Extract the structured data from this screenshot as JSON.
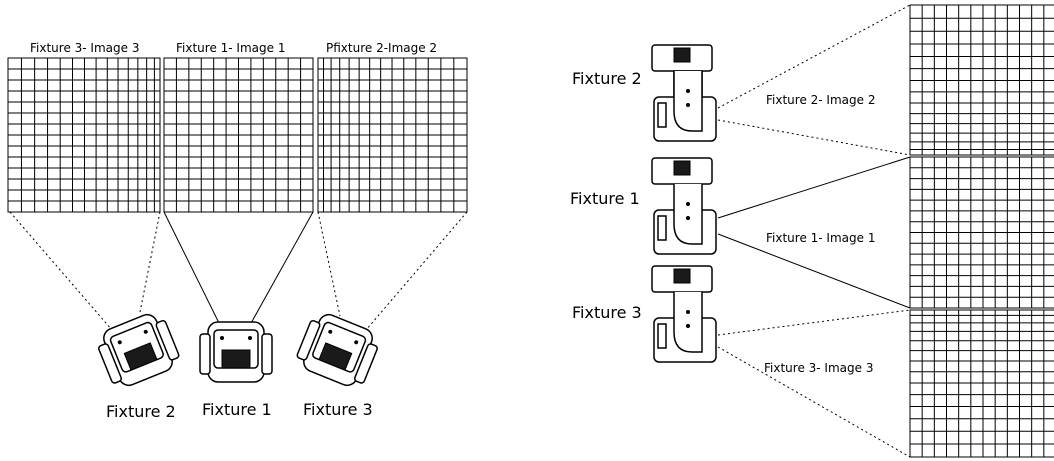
{
  "left_panel": {
    "image_labels": [
      "Fixture 3- Image 3",
      "Fixture 1- Image 1",
      "Pfixture 2-Image 2"
    ],
    "fixture_labels": [
      "Fixture 2",
      "Fixture 1",
      "Fixture 3"
    ]
  },
  "right_panel": {
    "fixture_labels": [
      "Fixture 2",
      "Fixture 1",
      "Fixture 3"
    ],
    "image_labels": [
      "Fixture 2- Image 2",
      "Fixture 1- Image 1",
      "Fixture 3- Image 3"
    ]
  }
}
